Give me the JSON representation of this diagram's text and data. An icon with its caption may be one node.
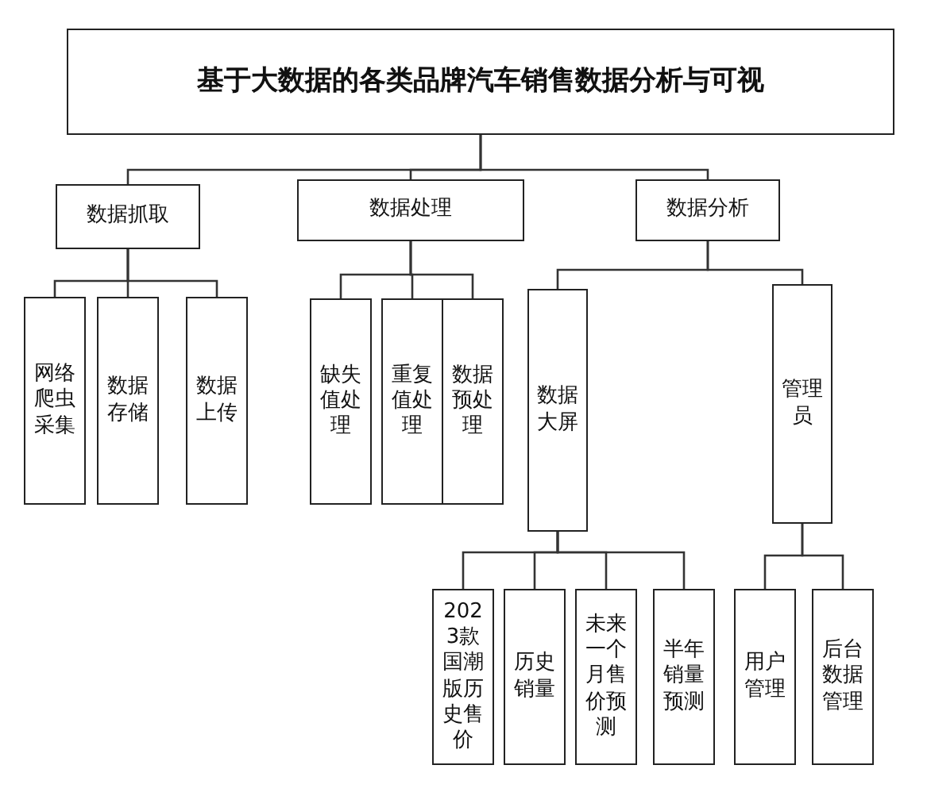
{
  "diagram": {
    "nodes": [
      {
        "text": [
          "基于大数据的各类品牌汽车销售数据分析与可视"
        ]
      },
      {
        "text": [
          "数据抓取"
        ]
      },
      {
        "text": [
          "数据处理"
        ]
      },
      {
        "text": [
          "数据分析"
        ]
      },
      {
        "text": [
          "网络爬虫采集"
        ]
      },
      {
        "text": [
          "数据存储"
        ]
      },
      {
        "text": [
          "数据上传"
        ]
      },
      {
        "text": [
          "缺失值处理"
        ]
      },
      {
        "text": [
          "重复值处理"
        ]
      },
      {
        "text": [
          "数据预处理"
        ]
      },
      {
        "text": [
          "数据大屏"
        ]
      },
      {
        "text": [
          "管理员"
        ]
      },
      {
        "text": [
          "2023款国潮版历史售价"
        ]
      },
      {
        "text": [
          "历史销量"
        ]
      },
      {
        "text": [
          "未来一个月售价预测"
        ]
      },
      {
        "text": [
          "半年销量预测"
        ]
      },
      {
        "text": [
          "用户管理"
        ]
      },
      {
        "text": [
          "后台数据管理"
        ]
      }
    ],
    "edges": [
      {
        "from": 0,
        "to": 1,
        "arrow": "none"
      },
      {
        "from": 0,
        "to": 2,
        "arrow": "none"
      },
      {
        "from": 0,
        "to": 3,
        "arrow": "none"
      },
      {
        "from": 1,
        "to": 4,
        "arrow": "none"
      },
      {
        "from": 1,
        "to": 5,
        "arrow": "none"
      },
      {
        "from": 1,
        "to": 6,
        "arrow": "none"
      },
      {
        "from": 2,
        "to": 7,
        "arrow": "none"
      },
      {
        "from": 2,
        "to": 8,
        "arrow": "none"
      },
      {
        "from": 2,
        "to": 9,
        "arrow": "none"
      },
      {
        "from": 3,
        "to": 10,
        "arrow": "none"
      },
      {
        "from": 3,
        "to": 11,
        "arrow": "none"
      },
      {
        "from": 10,
        "to": 12,
        "arrow": "none"
      },
      {
        "from": 10,
        "to": 13,
        "arrow": "none"
      },
      {
        "from": 10,
        "to": 14,
        "arrow": "none"
      },
      {
        "from": 10,
        "to": 15,
        "arrow": "none"
      },
      {
        "from": 11,
        "to": 16,
        "arrow": "none"
      },
      {
        "from": 11,
        "to": 17,
        "arrow": "none"
      }
    ]
  }
}
